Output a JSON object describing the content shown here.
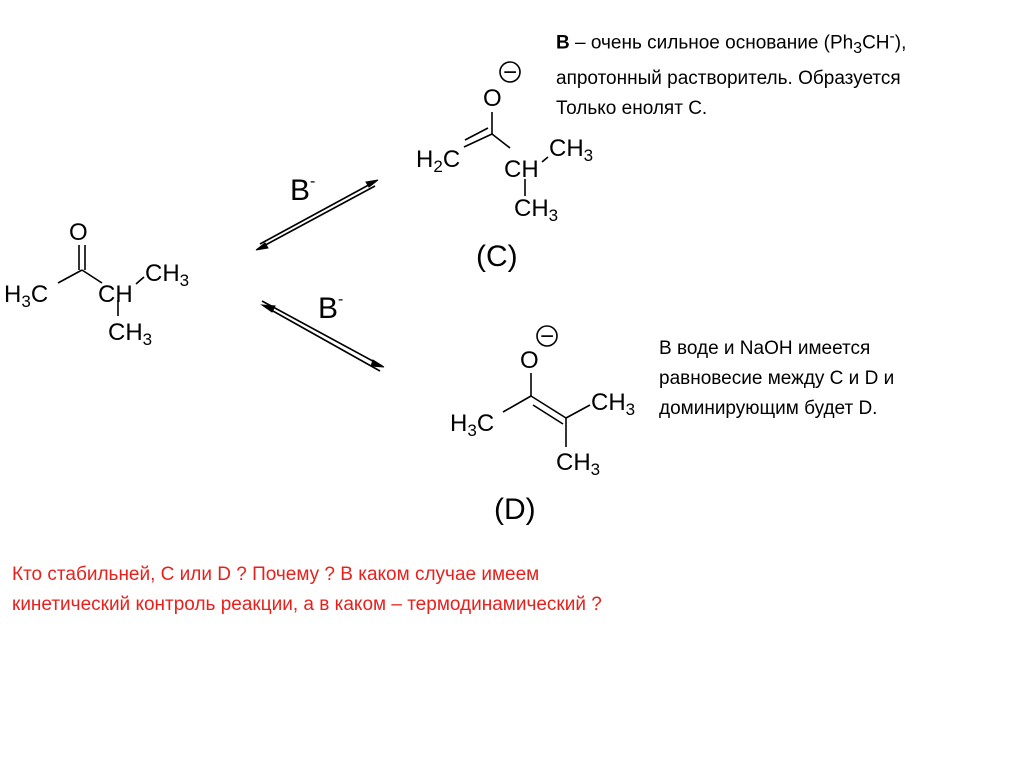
{
  "reactant": {
    "o": "O",
    "h3c_main": "H",
    "h3c_sub": "3",
    "h3c_end": "C",
    "ch": "CH",
    "ch3_a_main": "CH",
    "ch3_a_sub": "3",
    "ch3_b_main": "CH",
    "ch3_b_sub": "3"
  },
  "reagent_upper": {
    "main": "B",
    "sup": "-"
  },
  "reagent_lower": {
    "main": "B",
    "sup": "-"
  },
  "product_c": {
    "o": "O",
    "charge": "−",
    "h2c_main": "H",
    "h2c_sub": "2",
    "h2c_end": "C",
    "ch": "CH",
    "ch3_a_main": "CH",
    "ch3_a_sub": "3",
    "ch3_b_main": "CH",
    "ch3_b_sub": "3",
    "label": "(C)"
  },
  "product_d": {
    "o": "O",
    "charge": "−",
    "h3c_main": "H",
    "h3c_sub": "3",
    "h3c_end": "C",
    "ch3_a_main": "CH",
    "ch3_a_sub": "3",
    "ch3_b_main": "CH",
    "ch3_b_sub": "3",
    "label": "(D)"
  },
  "note_c": {
    "bold": "B",
    "line1_a": " – очень сильное основание (Ph",
    "sub3": "3",
    "line1_b": "CH",
    "sup_minus": "-",
    "line1_c": "),",
    "line2": "апротонный растворитель. Образуется",
    "line3": "Только енолят C."
  },
  "note_d": {
    "line1": "В воде и NaOH имеется",
    "line2": "равновесие между C и D и",
    "line3": "доминирующим будет D."
  },
  "question": {
    "line1": "Кто стабильней, C или D ? Почему ? В каком случае имеем",
    "line2": "кинетический контроль реакции, а в каком – термодинамический ?",
    "color": "#e8201c"
  }
}
